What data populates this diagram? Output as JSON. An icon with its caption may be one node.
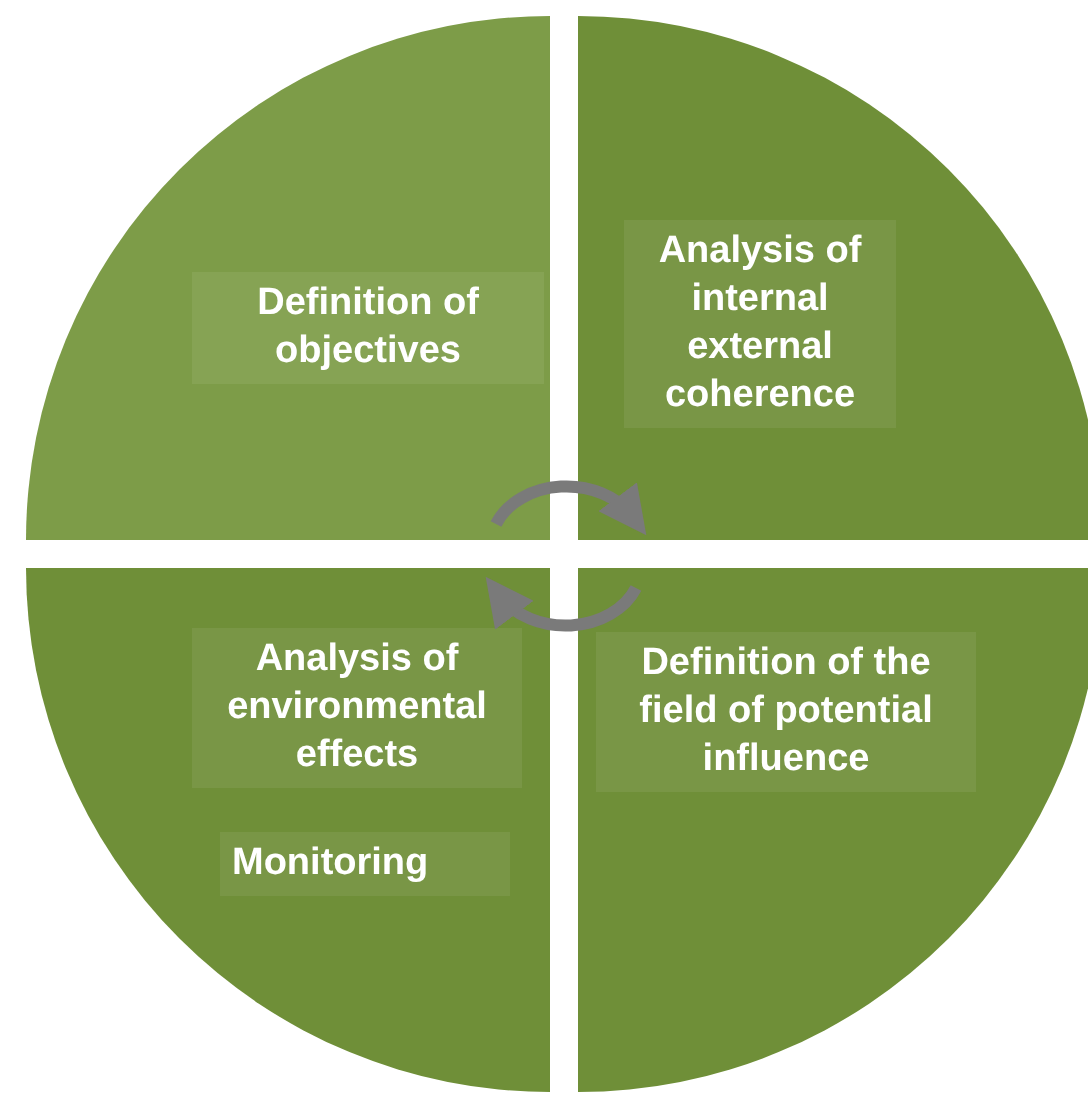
{
  "diagram": {
    "nodes": [
      {
        "text": [
          "Definition of objectives"
        ]
      },
      {
        "text": [
          "Analysis of internal external coherence"
        ]
      },
      {
        "text": [
          "Analysis of environmental effects",
          "Monitoring"
        ]
      },
      {
        "text": [
          "Definition of the field of potential influence"
        ]
      }
    ],
    "edges": [
      {
        "from": 0,
        "to": 1,
        "arrow": "to"
      },
      {
        "from": 3,
        "to": 2,
        "arrow": "to"
      }
    ]
  }
}
